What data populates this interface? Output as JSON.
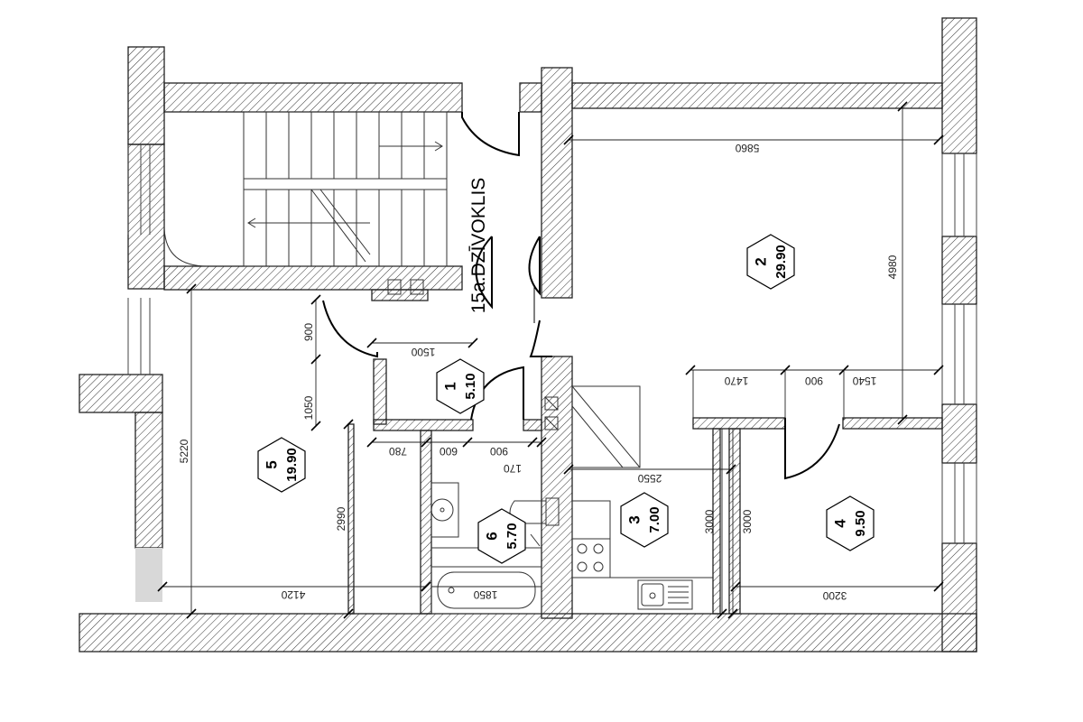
{
  "apartment_label": "15a.DZĪVOKLIS",
  "rooms": [
    {
      "number": "1",
      "area": "5.10"
    },
    {
      "number": "2",
      "area": "29.90"
    },
    {
      "number": "3",
      "area": "7.00"
    },
    {
      "number": "4",
      "area": "9.50"
    },
    {
      "number": "5",
      "area": "19.90"
    },
    {
      "number": "6",
      "area": "5.70"
    }
  ],
  "dimensions": {
    "room2_width": "5860",
    "room2_depth": "4980",
    "room2_wall_a": "1470",
    "room2_wall_b": "900",
    "room2_wall_c": "1540",
    "hall_width": "1500",
    "hall_upper": "900",
    "hall_lower": "1050",
    "room5_depth": "5220",
    "room5_inner": "2990",
    "room5_width": "4120",
    "bath_a": "780",
    "bath_b": "600",
    "bath_c": "900",
    "bath_d": "170",
    "kitchen_width": "2550",
    "kitchen_depth": "3000",
    "room4_depth": "3000",
    "room4_width": "3200",
    "bathtub_length": "1850"
  }
}
